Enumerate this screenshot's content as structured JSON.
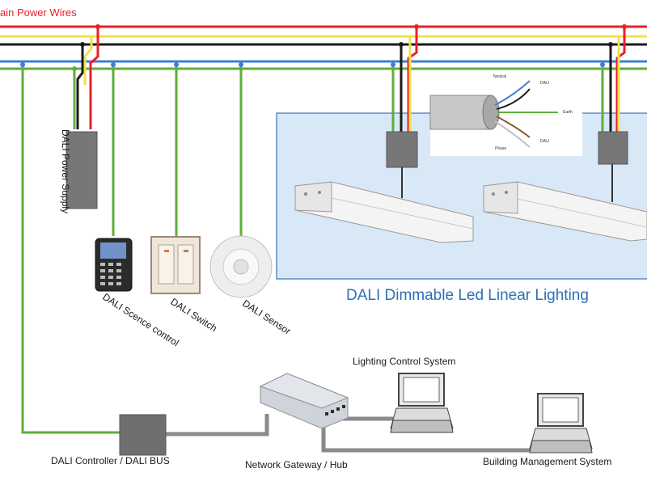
{
  "labels": {
    "main_power_wires": "ain Power Wires",
    "power_supply": "DALI Power Supply",
    "scene_control": "DALI Scence control",
    "switch": "DALI Switch",
    "sensor": "DALI Sensor",
    "lighting_title": "DALI Dimmable Led Linear Lighting",
    "lighting_control": "Lighting Control System",
    "controller": "DALI Controller / DALI BUS",
    "gateway": "Network Gateway / Hub",
    "bms": "Building Management System"
  },
  "cable_inset": {
    "neutral": "Neutral",
    "dali_top": "DALI",
    "earth": "Earth",
    "phase": "Phase",
    "dali_bottom": "DALI"
  },
  "colors": {
    "phase_red": "#e8202a",
    "neutral_black": "#1a1a1a",
    "live_yellow": "#f2e24a",
    "blue": "#3f7fd0",
    "dali_green": "#5fae3a",
    "network_gray": "#8a8a8a",
    "lighting_box": "#d6e6f7",
    "lighting_title": "#2f6fb4"
  }
}
